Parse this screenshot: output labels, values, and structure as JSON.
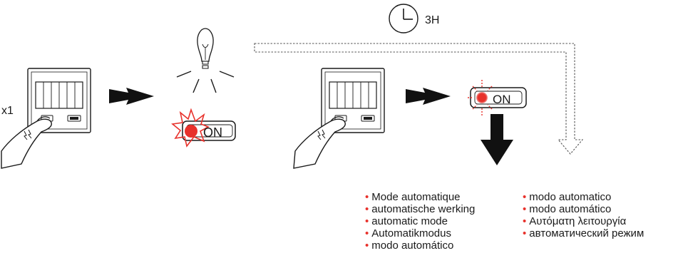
{
  "labels": {
    "press_count": "x1",
    "duration": "3H",
    "led_on_text": "ON"
  },
  "mode_names_left": [
    "Mode automatique",
    "automatische werking",
    "automatic mode",
    "Automatikmodus",
    "modo automático"
  ],
  "mode_names_right": [
    "modo automatico",
    "modo automático",
    "Αυτόματη λειτουργία",
    "автоматический режим"
  ],
  "colors": {
    "accent_red": "#e8312b",
    "line": "#1a1a1a"
  },
  "icons": [
    "hand-press-icon",
    "light-bulb-icon",
    "clock-icon",
    "led-indicator-icon",
    "arrow-right-icon",
    "arrow-down-icon"
  ]
}
